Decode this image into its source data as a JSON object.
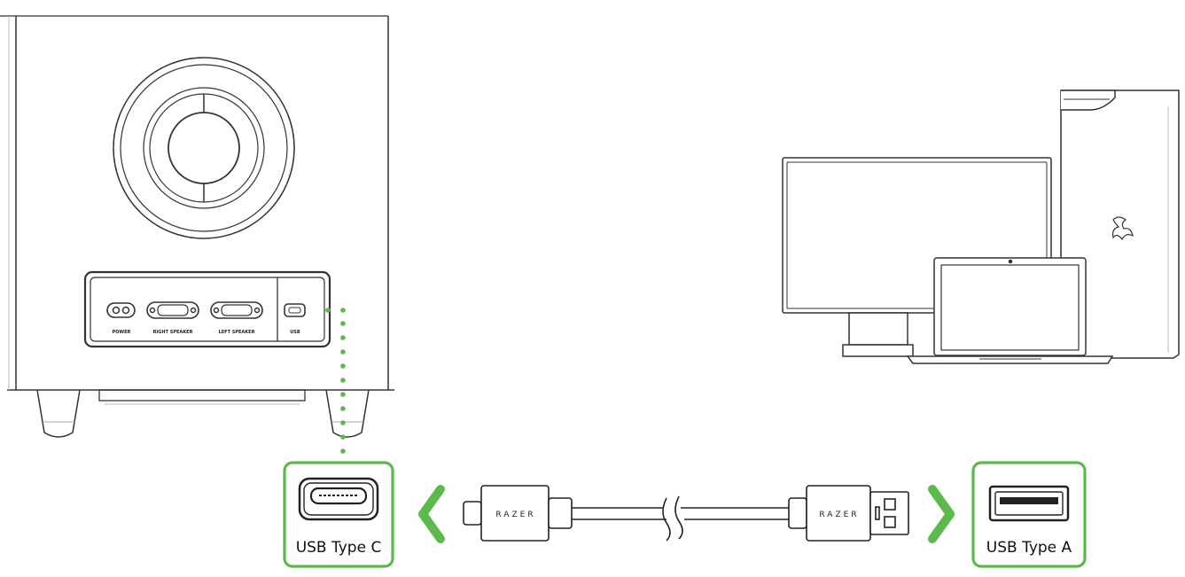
{
  "speaker": {
    "port_labels": [
      "POWER",
      "RIGHT SPEAKER",
      "LEFT SPEAKER",
      "USB"
    ]
  },
  "cable": {
    "brand_left": "RAZER",
    "brand_right": "RAZER"
  },
  "ports": {
    "type_c_label": "USB Type C",
    "type_a_label": "USB Type A"
  },
  "colors": {
    "accent": "#5cb94b",
    "line": "#333333"
  }
}
